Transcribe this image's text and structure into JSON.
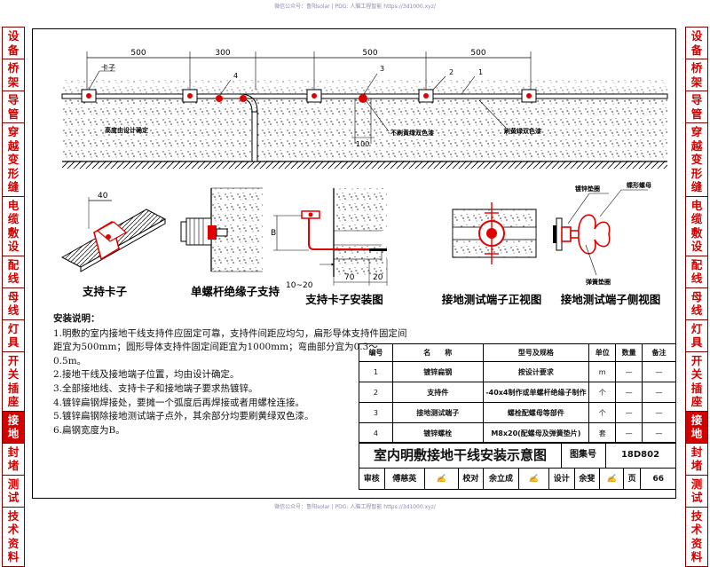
{
  "watermark": {
    "top": "微信公众号：鲁阳solar | PDG: 人脑工程智能 https://3d1000.xyz/",
    "bottom": "微信公众号：鲁阳solar | PDG: 人脑工程智能 https://3d1000.xyz/"
  },
  "left_nav": [
    {
      "label": "设备",
      "active": false
    },
    {
      "label": "桥架",
      "active": false
    },
    {
      "label": "导管",
      "active": false
    },
    {
      "label": "穿越变形缝",
      "active": false
    },
    {
      "label": "电缆敷设",
      "active": false
    },
    {
      "label": "配线",
      "active": false
    },
    {
      "label": "母线",
      "active": false
    },
    {
      "label": "灯具",
      "active": false
    },
    {
      "label": "开关插座",
      "active": false
    },
    {
      "label": "接地",
      "active": true
    },
    {
      "label": "封堵",
      "active": false
    },
    {
      "label": "测试",
      "active": false
    },
    {
      "label": "技术资料",
      "active": false
    }
  ],
  "right_nav": [
    {
      "label": "设备",
      "active": false
    },
    {
      "label": "桥架",
      "active": false
    },
    {
      "label": "导管",
      "active": false
    },
    {
      "label": "穿越变形缝",
      "active": false
    },
    {
      "label": "电缆敷设",
      "active": false
    },
    {
      "label": "配线",
      "active": false
    },
    {
      "label": "母线",
      "active": false
    },
    {
      "label": "灯具",
      "active": false
    },
    {
      "label": "开关插座",
      "active": false
    },
    {
      "label": "接地",
      "active": true
    },
    {
      "label": "封堵",
      "active": false
    },
    {
      "label": "测试",
      "active": false
    },
    {
      "label": "技术资料",
      "active": false
    }
  ],
  "top_drawing": {
    "dims": [
      "500",
      "300",
      "500",
      "500"
    ],
    "dim_100": "100",
    "callouts": [
      "卡子",
      "4",
      "3",
      "2",
      "1"
    ],
    "label_height": "高度由设计确定",
    "label_paint": "不刷黄绿双色漆",
    "label_paint2": "刷黄绿双色漆"
  },
  "figures": {
    "clip": {
      "dim": "40",
      "caption": "支持卡子"
    },
    "insulator": {
      "caption": "单螺杆绝缘子支持"
    },
    "install": {
      "dim_b": "B",
      "dim_70": "70",
      "dim_20": "20",
      "dim_1020": "10~20",
      "caption": "支持卡子安装图"
    },
    "front": {
      "caption": "接地测试端子正视图"
    },
    "side": {
      "caption": "接地测试端子侧视图",
      "label_nut": "镀锌垫圈",
      "label_wing": "蝶形螺母",
      "label_spring": "弹簧垫圈"
    }
  },
  "notes": {
    "title": "安装说明：",
    "lines": [
      "1.明敷的室内接地干线支持件应固定可靠，支持件间距应均匀，扁形导体支持件固定间",
      "距宜为500mm；圆形导体支持件固定间距宜为1000mm；弯曲部分宜为0.3～",
      "0.5m。",
      "2.接地干线及接地端子位置，均由设计确定。",
      "3.全部接地线、支持卡子和接地端子要求热镀锌。",
      "4.镀锌扁钢焊接处，要摊一个弧度后再焊接或者用螺栓连接。",
      "5.镀锌扁钢除接地测试端子点外，其余部分均要刷黄绿双色漆。",
      "6.扁钢宽度为B。"
    ]
  },
  "table": {
    "headers": [
      "编号",
      "名　　称",
      "型号及规格",
      "单位",
      "数量",
      "备注"
    ],
    "rows": [
      [
        "1",
        "镀锌扁钢",
        "按设计要求",
        "m",
        "—",
        "—"
      ],
      [
        "2",
        "支持件",
        "-40x4制作或单螺杆绝缘子制作",
        "个",
        "—",
        "—"
      ],
      [
        "3",
        "接地测试端子",
        "螺栓配螺母等部件",
        "个",
        "—",
        "—"
      ],
      [
        "4",
        "镀锌螺栓",
        "M8x20(配螺母及弹簧垫片)",
        "套",
        "—",
        "—"
      ]
    ]
  },
  "title_block": {
    "title": "室内明敷接地干线安装示意图",
    "atlas_label": "图集号",
    "atlas_no": "18D802",
    "review_label": "审核",
    "review_name": "傅慈英",
    "check_label": "校对",
    "check_name": "余立成",
    "design_label": "设计",
    "design_name": "余斐",
    "page_label": "页",
    "page_no": "66"
  }
}
